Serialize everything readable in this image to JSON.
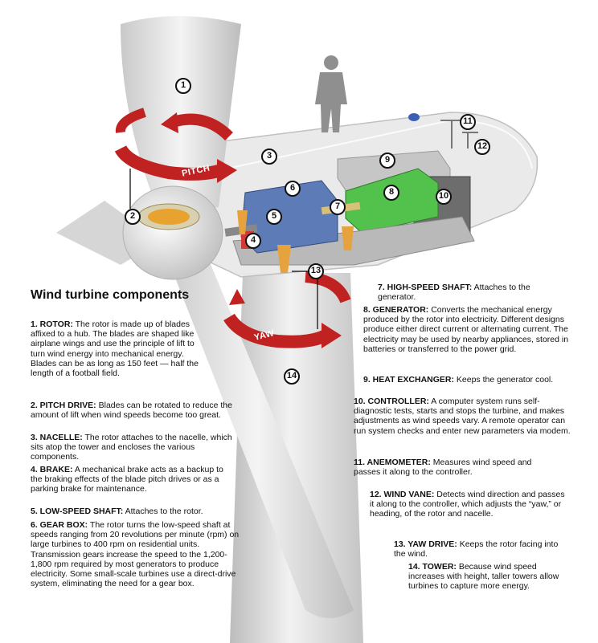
{
  "title": "Wind turbine components",
  "diagram_labels": {
    "pitch": "PITCH",
    "yaw": "YAW"
  },
  "markers": [
    "1",
    "2",
    "3",
    "4",
    "5",
    "6",
    "7",
    "8",
    "9",
    "10",
    "11",
    "12",
    "13",
    "14"
  ],
  "components": [
    {
      "name": "1. ROTOR:",
      "text": "The rotor is made up of blades affixed to a hub. The blades are shaped like airplane wings and use the principle of lift to turn wind energy into mechanical energy. Blades can be as long as 150 feet — half the length of a football field."
    },
    {
      "name": "2. PITCH DRIVE:",
      "text": "Blades can be rotated to reduce the amount of lift when wind speeds become too great."
    },
    {
      "name": "3. NACELLE:",
      "text": "The rotor attaches to the nacelle, which sits atop the tower and encloses the various components."
    },
    {
      "name": "4. BRAKE:",
      "text": "A mechanical brake acts as a backup to the braking effects of the blade pitch drives or as a parking brake for maintenance."
    },
    {
      "name": "5. LOW-SPEED SHAFT:",
      "text": "Attaches to the rotor."
    },
    {
      "name": "6. GEAR BOX:",
      "text": "The rotor turns the low-speed shaft at speeds ranging from 20 revolutions per minute (rpm) on large turbines to 400 rpm on residential units. Transmission gears increase the speed to the 1,200-1,800 rpm required by most generators to produce electricity. Some small-scale turbines use a direct-drive system, eliminating the need for a gear box."
    },
    {
      "name": "7. HIGH-SPEED SHAFT:",
      "text": "Attaches to the generator."
    },
    {
      "name": "8. GENERATOR:",
      "text": "Converts the mechanical energy produced by the rotor into electricity. Different designs produce either direct current or alternating current. The electricity may be used by nearby appliances, stored in batteries or transferred to the power grid."
    },
    {
      "name": "9. HEAT EXCHANGER:",
      "text": "Keeps the generator cool."
    },
    {
      "name": "10. CONTROLLER:",
      "text": "A computer system runs self-diagnostic tests, starts and stops the turbine, and makes adjustments as wind speeds vary. A remote operator can run system checks and enter new parameters via modem."
    },
    {
      "name": "11. ANEMOMETER:",
      "text": "Measures wind speed and passes it along to the controller."
    },
    {
      "name": "12. WIND VANE:",
      "text": "Detects wind direction and passes it along to the controller, which adjusts the “yaw,” or heading, of the rotor and nacelle."
    },
    {
      "name": "13. YAW DRIVE:",
      "text": "Keeps the rotor facing into the wind."
    },
    {
      "name": "14. TOWER:",
      "text": "Because wind speed increases with height, taller towers allow turbines to capture more energy."
    }
  ]
}
